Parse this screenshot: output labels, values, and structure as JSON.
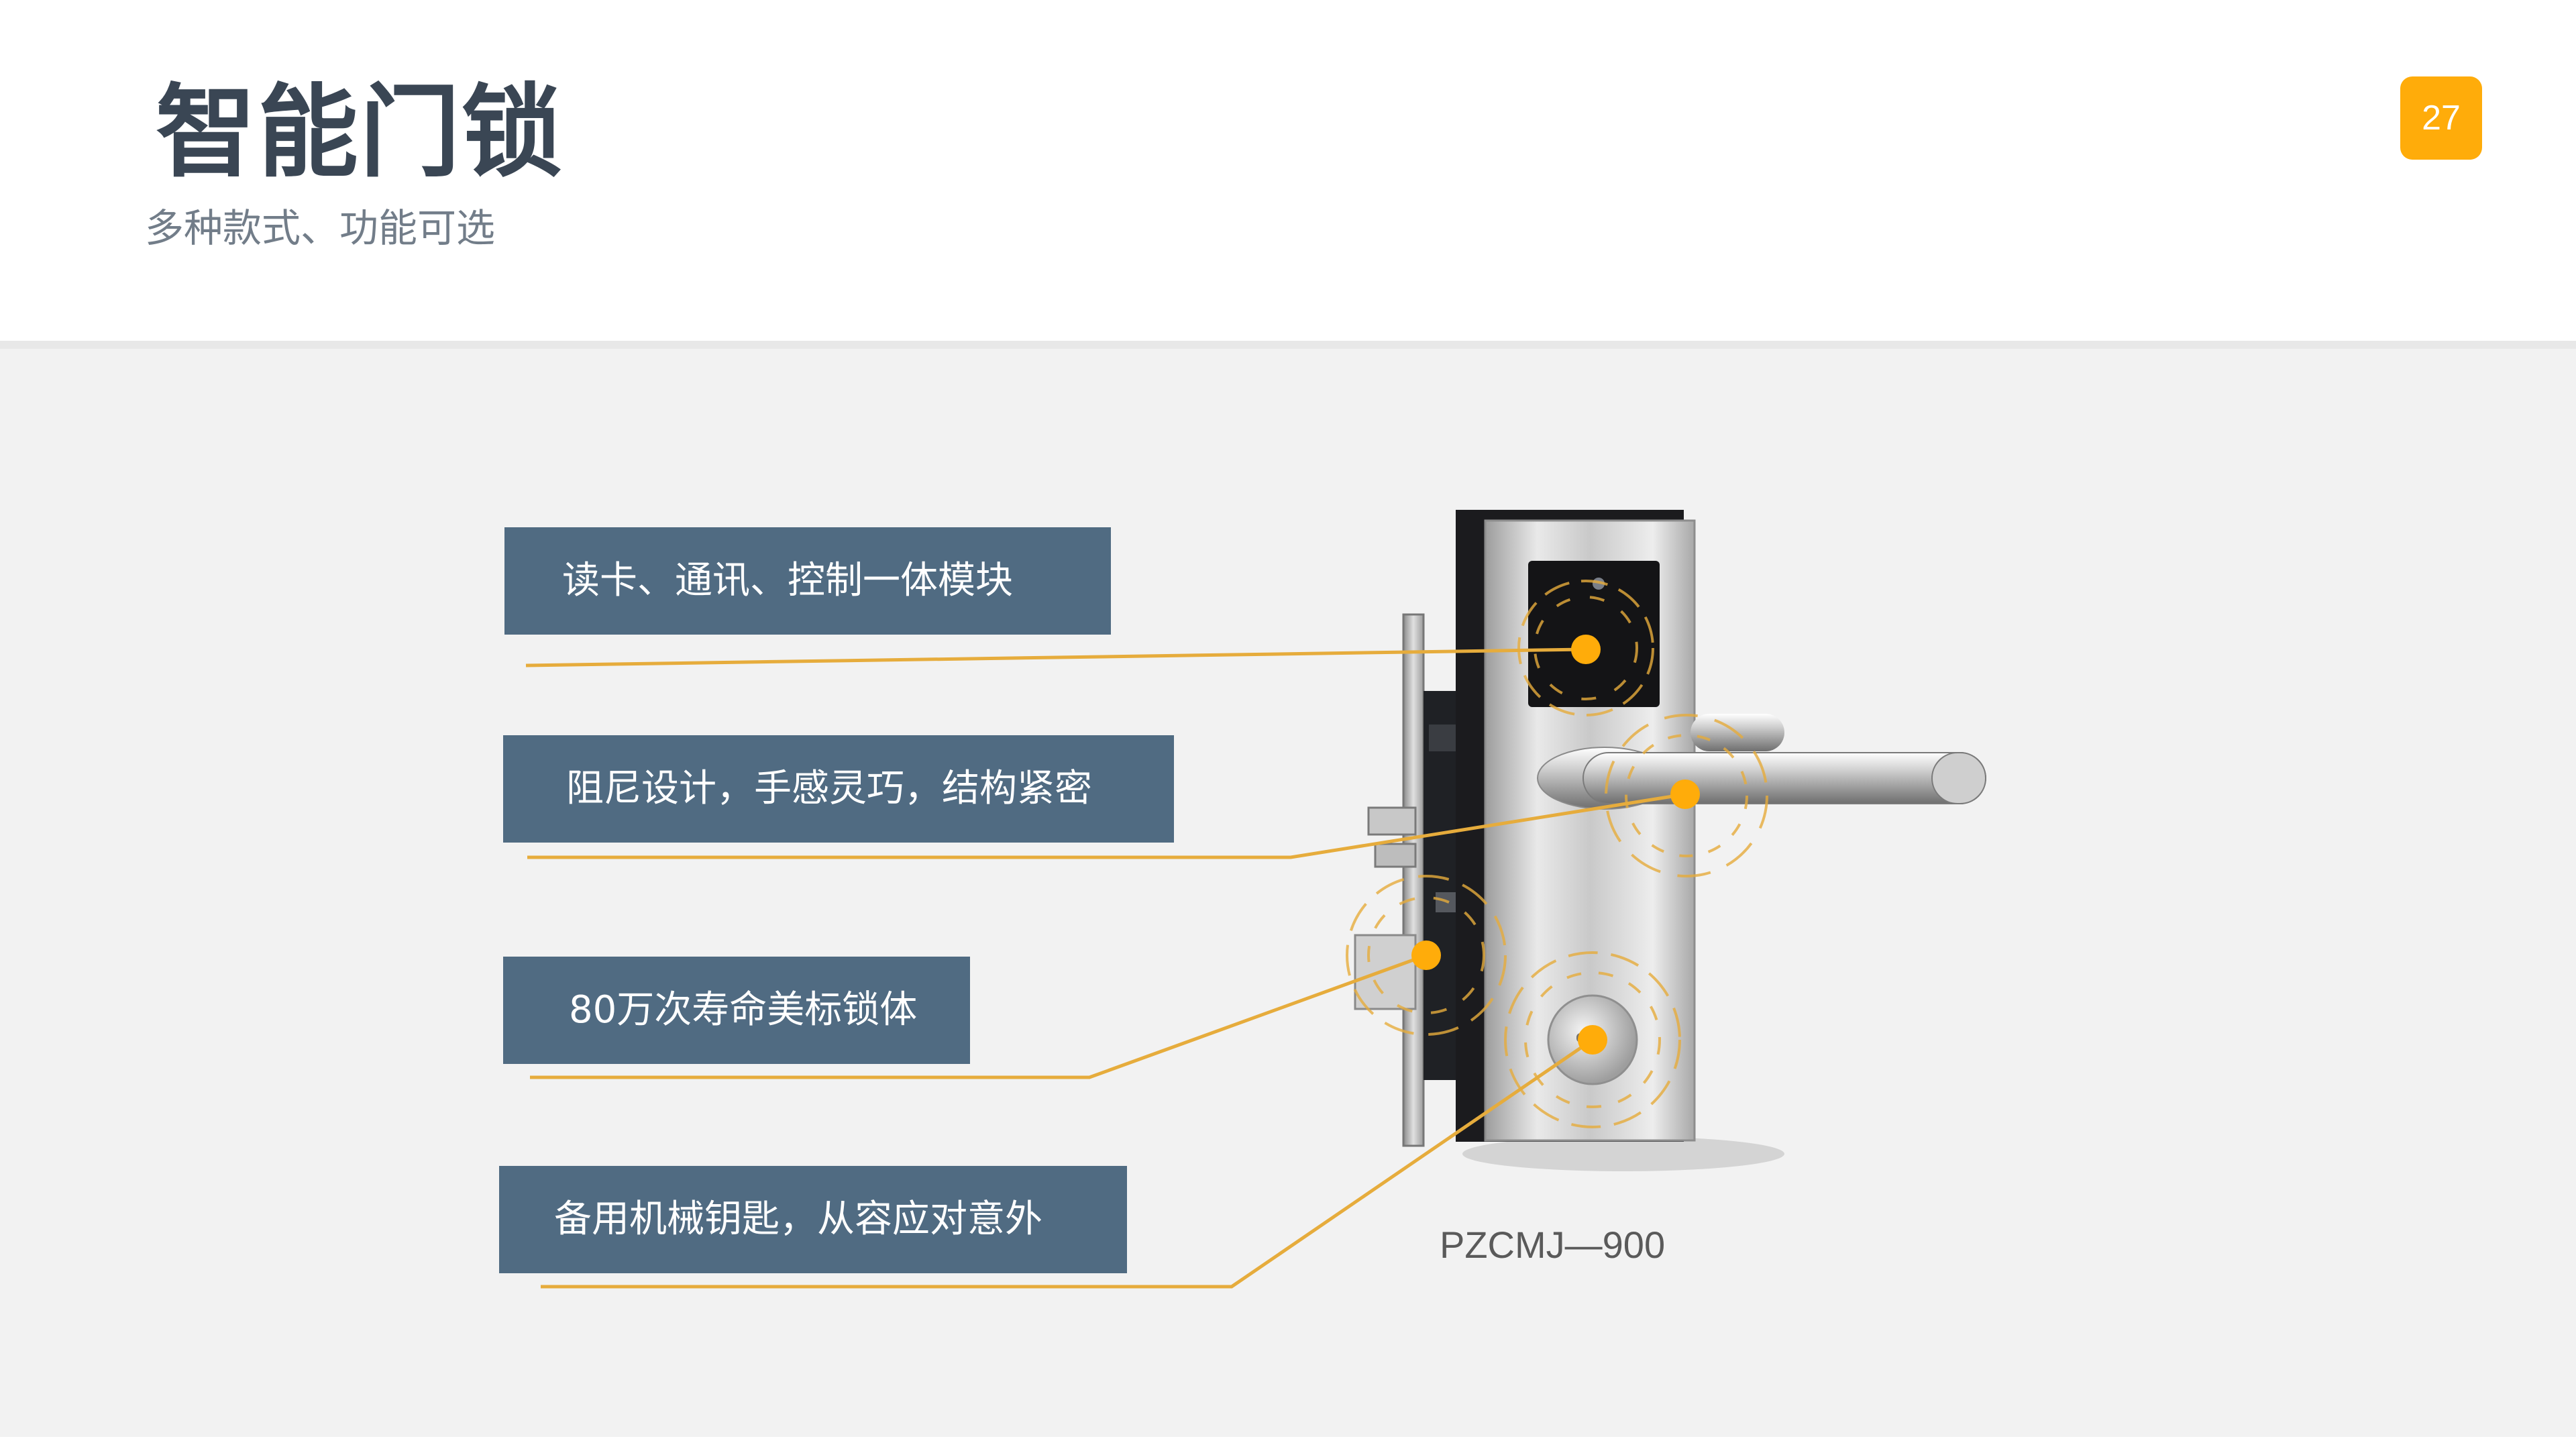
{
  "header": {
    "title": "智能门锁",
    "subtitle": "多种款式、功能可选",
    "page_number": "27"
  },
  "features": [
    {
      "label": "读卡、通讯、控制一体模块"
    },
    {
      "label": "阻尼设计，手感灵巧，结构紧密"
    },
    {
      "label": "80万次寿命美标锁体"
    },
    {
      "label": "备用机械钥匙，从容应对意外"
    }
  ],
  "product": {
    "model": "PZCMJ—900",
    "image_description_icon": "smart-door-lock-icon"
  },
  "colors": {
    "accent": "#ffac0a",
    "box": "#506b82",
    "leader_line": "#e6ac3c",
    "title": "#3a4654",
    "background": "#f2f2f2"
  }
}
